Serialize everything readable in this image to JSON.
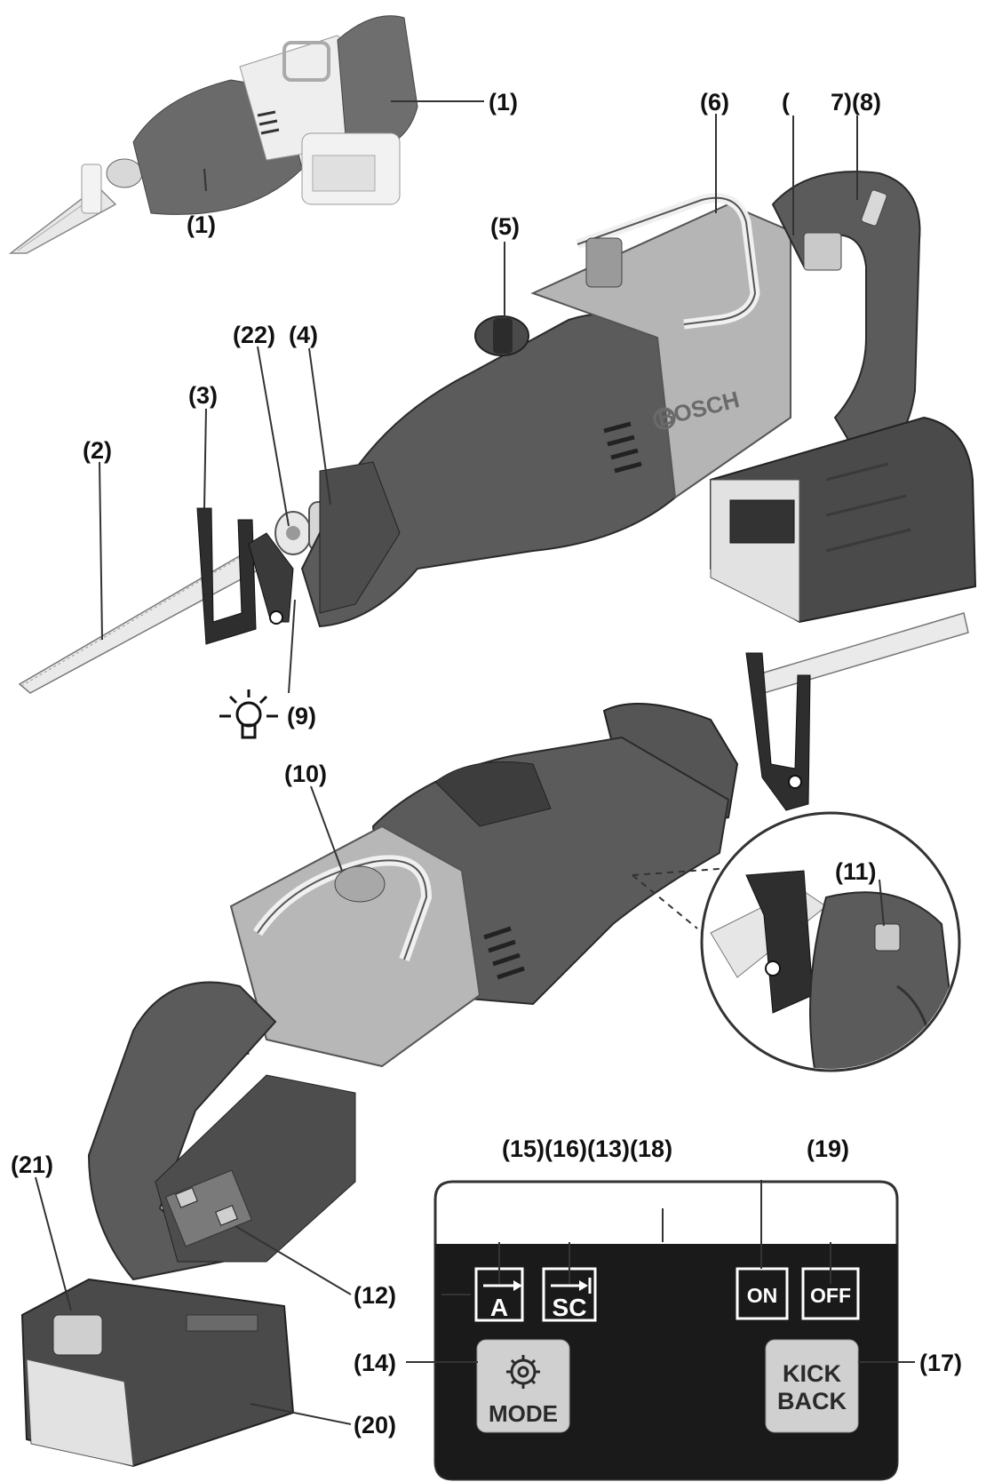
{
  "brand": "BOSCH",
  "labels": {
    "l1a": "(1)",
    "l1b": "(1)",
    "l2": "(2)",
    "l3": "(3)",
    "l4": "(4)",
    "l5": "(5)",
    "l6": "(6)",
    "l7": "(",
    "l7b": "7)(8)",
    "l9": "(9)",
    "l10": "(10)",
    "l11": "(11)",
    "l12": "(12)",
    "l13": "(15)(16)(13)(18)",
    "l14": "(14)",
    "l17": "(17)",
    "l19": "(19)",
    "l20": "(20)",
    "l21": "(21)",
    "l22": "(22)"
  },
  "panel": {
    "btn_a": "A",
    "btn_sc": "SC",
    "btn_on": "ON",
    "btn_off": "OFF",
    "btn_mode": "MODE",
    "btn_kick1": "KICK",
    "btn_kick2": "BACK"
  },
  "colors": {
    "tool_dark": "#5b5b5b",
    "tool_mid": "#8a8a8a",
    "tool_light": "#c4c4c4",
    "panel_black": "#1a1a1a",
    "button_grey": "#d0d0d0"
  }
}
